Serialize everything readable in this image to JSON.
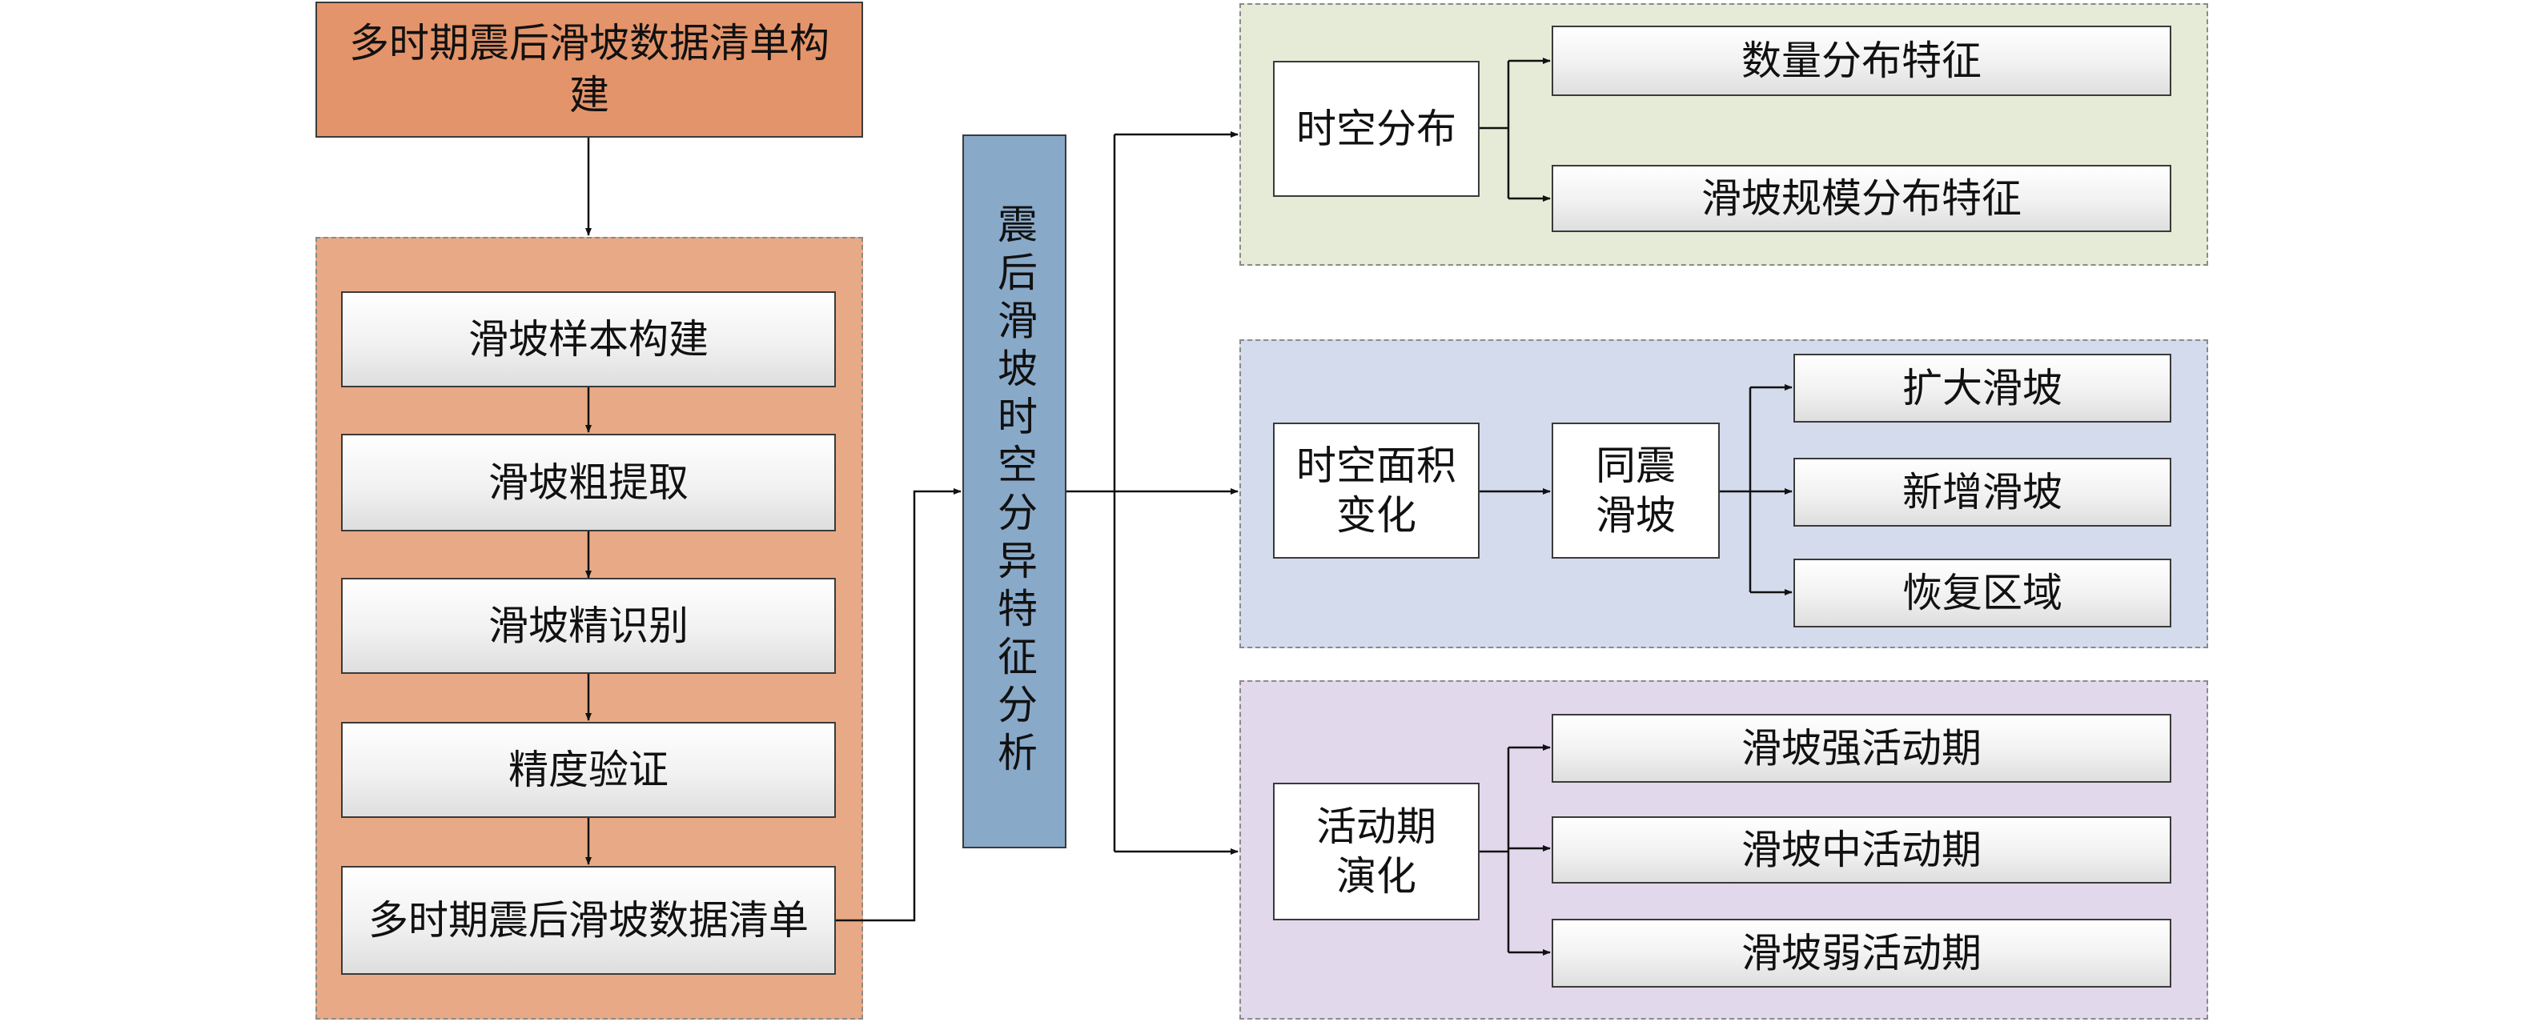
{
  "left": {
    "top_label": "多时期震后滑坡数据清单构建",
    "steps": [
      "滑坡样本构建",
      "滑坡粗提取",
      "滑坡精识别",
      "精度验证",
      "多时期震后滑坡数据清单"
    ]
  },
  "center": {
    "label": "震后滑坡时空分异特征分析"
  },
  "groups": [
    {
      "hub": "时空分布",
      "items": [
        "数量分布特征",
        "滑坡规模分布特征"
      ]
    },
    {
      "hub": "时空面积变化",
      "mid": "同震滑坡",
      "items": [
        "扩大滑坡",
        "新增滑坡",
        "恢复区域"
      ]
    },
    {
      "hub": "活动期演化",
      "items": [
        "滑坡强活动期",
        "滑坡中活动期",
        "滑坡弱活动期"
      ]
    }
  ],
  "colors": {
    "left_panel": "#e8aa86",
    "top_box": "#e4946a",
    "center_box": "#89a9c9",
    "panel_green": "#e5ebd6",
    "panel_blue": "#d4dbec",
    "panel_purple": "#e2d8eb"
  }
}
